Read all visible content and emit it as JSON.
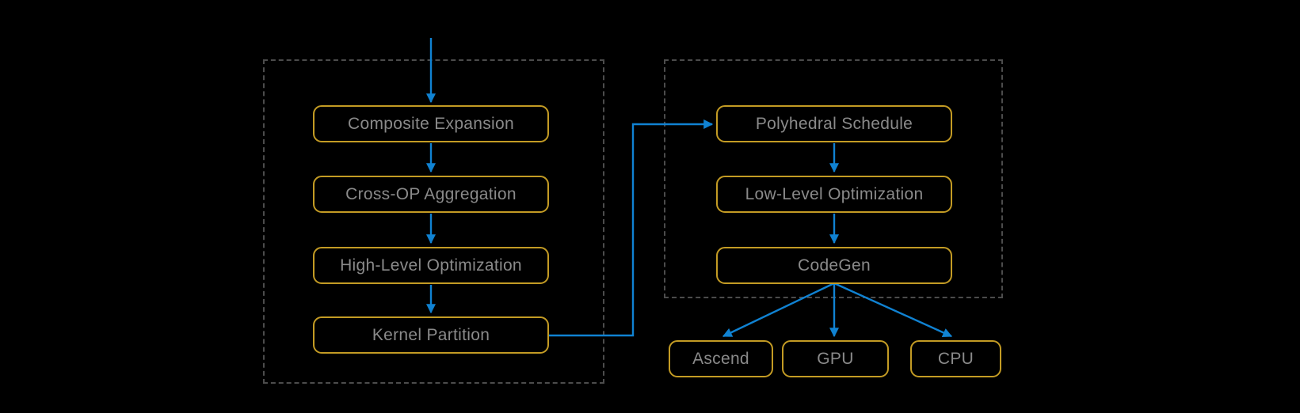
{
  "diagram": {
    "frontend": {
      "nodes": [
        {
          "label": "Composite Expansion"
        },
        {
          "label": "Cross-OP Aggregation"
        },
        {
          "label": "High-Level Optimization"
        },
        {
          "label": "Kernel Partition"
        }
      ]
    },
    "backend": {
      "nodes": [
        {
          "label": "Polyhedral Schedule"
        },
        {
          "label": "Low-Level Optimization"
        },
        {
          "label": "CodeGen"
        }
      ]
    },
    "targets": [
      {
        "label": "Ascend"
      },
      {
        "label": "GPU"
      },
      {
        "label": "CPU"
      }
    ]
  },
  "colors": {
    "background": "#000000",
    "node_border": "#C39B24",
    "node_text": "#8A8A8A",
    "arrow": "#1082D2",
    "frame_border": "#4C4C4C"
  }
}
